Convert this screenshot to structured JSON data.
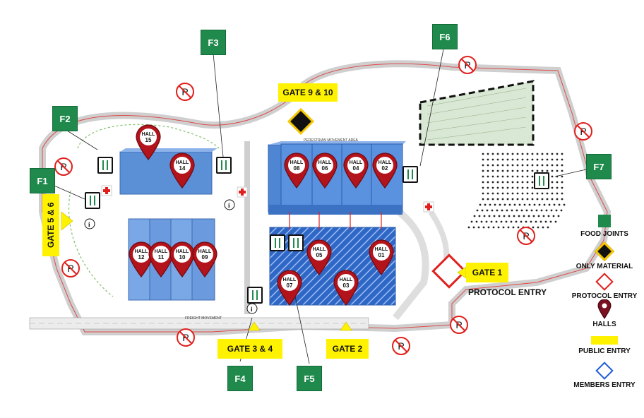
{
  "food_joints": [
    {
      "id": "f1",
      "label": "F1"
    },
    {
      "id": "f2",
      "label": "F2"
    },
    {
      "id": "f3",
      "label": "F3"
    },
    {
      "id": "f4",
      "label": "F4"
    },
    {
      "id": "f5",
      "label": "F5"
    },
    {
      "id": "f6",
      "label": "F6"
    },
    {
      "id": "f7",
      "label": "F7"
    }
  ],
  "gates": {
    "gate_9_10": "GATE 9 & 10",
    "gate_5_6": "GATE 5 & 6",
    "gate_3_4": "GATE 3 & 4",
    "gate_2": "GATE 2",
    "gate_1": "GATE 1"
  },
  "protocol_entry_label": "PROTOCOL ENTRY",
  "halls": {
    "hall_label": "HALL",
    "numbers": {
      "h15": "15",
      "h14": "14",
      "h12": "12",
      "h11": "11",
      "h10": "10",
      "h09": "09",
      "h08": "08",
      "h06": "06",
      "h04": "04",
      "h02": "02",
      "h05": "05",
      "h01": "01",
      "h07": "07",
      "h03": "03"
    }
  },
  "map_text": {
    "pedestrian": "PEDESTRIAN MOVEMENT AREA",
    "freight": "FREIGHT MOVEMENT"
  },
  "legend": {
    "food_joints": "FOOD JOINTS",
    "only_material": "ONLY MATERIAL",
    "protocol_entry": "PROTOCOL ENTRY",
    "halls": "HALLS",
    "public_entry": "PUBLIC ENTRY",
    "members_entry": "MEMBERS ENTRY"
  },
  "colors": {
    "food_green": "#1f8a4c",
    "gate_yellow": "#fff200",
    "hall_red": "#b3131b",
    "building_blue": "#5b8fd6",
    "protocol_red": "#e0201c",
    "members_blue": "#1f5fd6"
  }
}
